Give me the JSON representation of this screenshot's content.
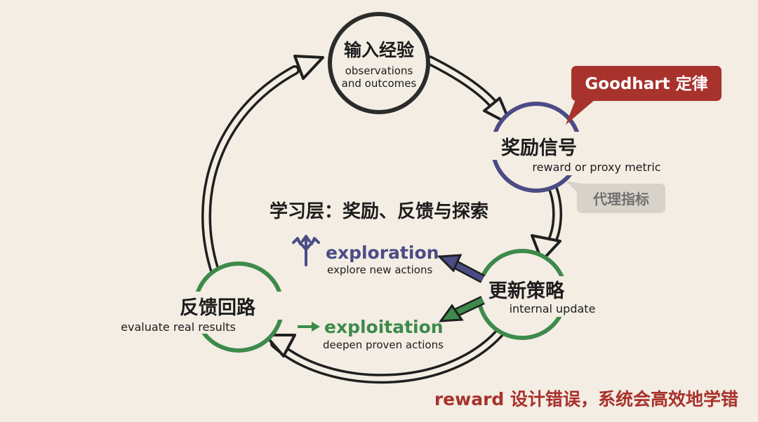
{
  "nodes": {
    "input": {
      "title": "输入经验",
      "sub": [
        "observations",
        "and outcomes"
      ]
    },
    "reward": {
      "title": "奖励信号",
      "sub": [
        "reward or proxy metric"
      ]
    },
    "update": {
      "title": "更新策略",
      "sub": [
        "internal update"
      ]
    },
    "feedback": {
      "title": "反馈回路",
      "sub": [
        "evaluate real results"
      ]
    }
  },
  "center_title": "学习层：奖励、反馈与探索",
  "exploration": {
    "label": "exploration",
    "sub": "explore new actions"
  },
  "exploitation": {
    "label": "exploitation",
    "sub": "deepen proven actions"
  },
  "callout_goodhart": "Goodhart 定律",
  "callout_proxy": "代理指标",
  "bottom_note": "reward 设计错误，系统会高效地学错",
  "colors": {
    "background": "#f3ede4",
    "ring_dark": "#2b2b2b",
    "ring_purple": "#4b4c86",
    "ring_green": "#3d8a4a",
    "exploration": "#4b4c86",
    "exploitation": "#3d8a4a",
    "goodhart_bubble": "#a8322c",
    "proxy_bubble": "#d8d3ca",
    "bottom_note": "#a8322c"
  },
  "icons": {
    "exploration": "split-arrows-icon",
    "exploitation": "right-arrow-icon"
  }
}
